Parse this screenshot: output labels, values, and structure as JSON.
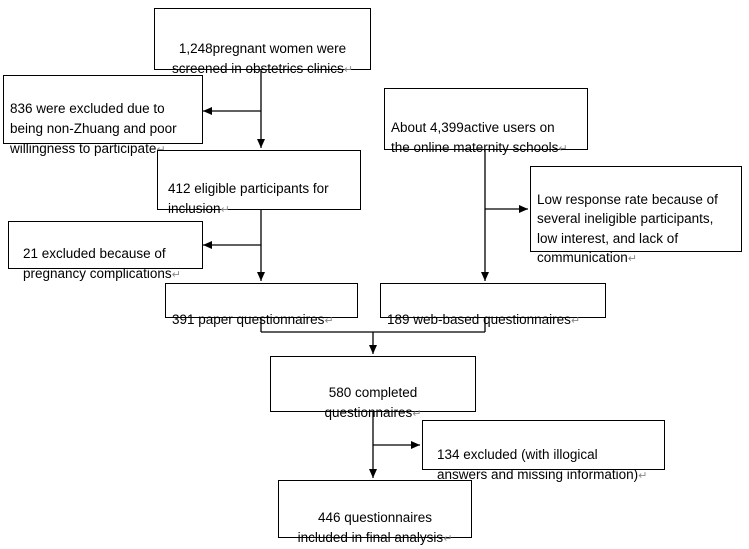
{
  "flowchart": {
    "boxes": {
      "screened": {
        "text": "1,248pregnant women were\nscreened in obstetrics clinics"
      },
      "excluded_non_zhuang": {
        "text": "836 were excluded due to\nbeing non-Zhuang and poor\nwillingness to participate"
      },
      "eligible": {
        "text": "412 eligible participants for\ninclusion"
      },
      "excluded_complications": {
        "text": "21 excluded because of\npregnancy complications"
      },
      "paper": {
        "text": "391 paper questionnaires"
      },
      "online_users": {
        "text": "About 4,399active users on\nthe online maternity schools"
      },
      "low_response": {
        "text": "Low response rate because of\nseveral ineligible participants,\nlow interest, and lack of\ncommunication"
      },
      "web": {
        "text": "189 web-based questionnaires"
      },
      "completed": {
        "text": "580 completed\nquestionnaires"
      },
      "excluded_illogical": {
        "text": "134 excluded (with illogical\nanswers and missing information)"
      },
      "final": {
        "text": "446 questionnaires\nincluded in final analysis"
      }
    },
    "paragraph_mark": "↵"
  }
}
